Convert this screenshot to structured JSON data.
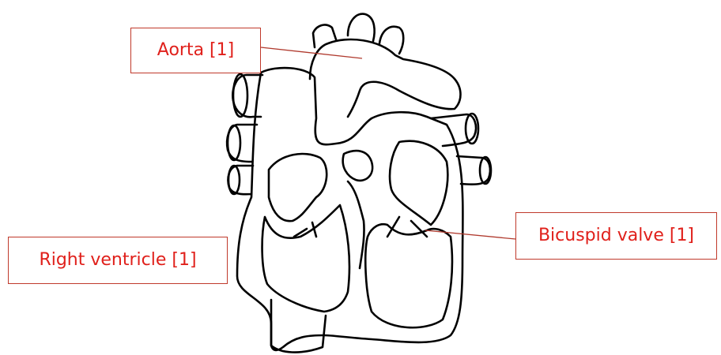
{
  "diagram": {
    "labels": {
      "aorta": "Aorta [1]",
      "right_ventricle": "Right ventricle [1]",
      "bicuspid_valve": "Bicuspid valve [1]"
    },
    "colors": {
      "label_text": "#e0201b",
      "label_border": "#c0392b",
      "leader_line": "#b03a2e",
      "outline": "#000000",
      "background": "#ffffff"
    }
  }
}
